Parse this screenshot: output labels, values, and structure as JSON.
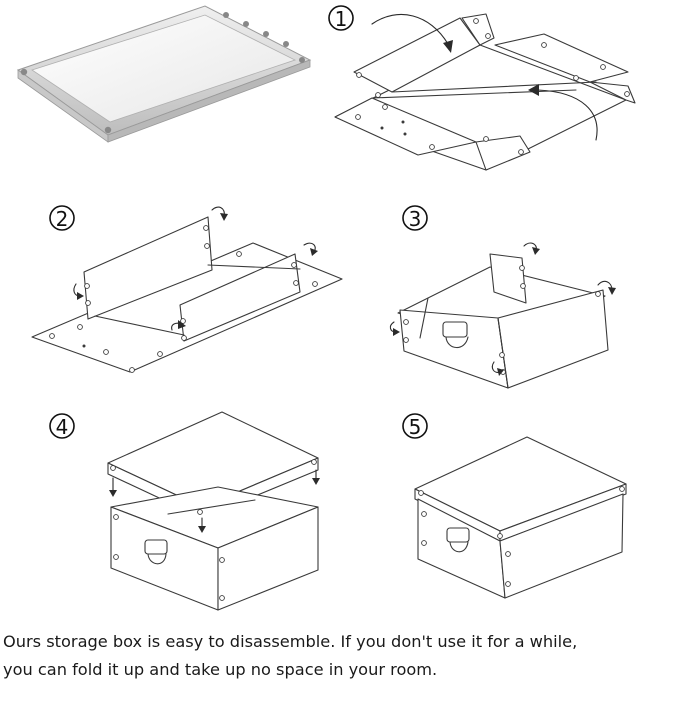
{
  "steps": [
    {
      "number": "1"
    },
    {
      "number": "2"
    },
    {
      "number": "3"
    },
    {
      "number": "4"
    },
    {
      "number": "5"
    }
  ],
  "caption": {
    "line1": "Ours storage box  is easy to disassemble. If you don't use it for a while,",
    "line2": "you can fold it up and take up no space in your room."
  },
  "colors": {
    "line": "#3a3a3a",
    "tray_frame": "#d9d9d9",
    "tray_inner": "#f2f2f2"
  }
}
